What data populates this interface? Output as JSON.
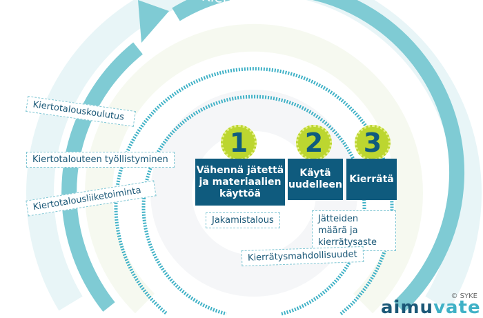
{
  "title": "Kiertotalous",
  "steps": [
    {
      "number": "1",
      "label": "Vähennä jätettä ja materiaalien käyttöä"
    },
    {
      "number": "2",
      "label": "Käytä uudelleen"
    },
    {
      "number": "3",
      "label": "Kierrätä"
    }
  ],
  "left_labels": [
    "Kiertotalouskoulutus",
    "Kiertotalouteen työllistyminen",
    "Kiertotalousliiketoiminta"
  ],
  "right_labels": [
    "Jakamistalous",
    "Jätteiden määrä ja kierrätysaste",
    "Kierrätysmahdollisuudet"
  ],
  "copyright": "© SYKE",
  "logo_text": {
    "a": "aimu",
    "b": "vate"
  },
  "colors": {
    "teal": "#7fcbd4",
    "navy": "#0f5b7e",
    "lime": "#bcd630",
    "text": "#1b5877"
  }
}
